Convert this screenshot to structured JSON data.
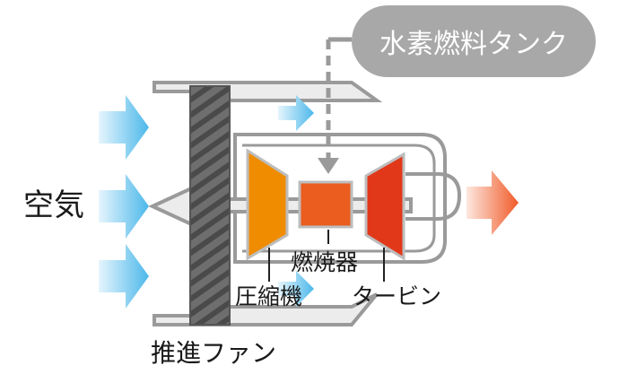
{
  "labels": {
    "hydrogen_tank": "水素燃料タンク",
    "air": "空気",
    "compressor": "圧縮機",
    "combustor": "燃焼器",
    "turbine": "タービン",
    "fan": "推進ファン"
  },
  "colors": {
    "intake_arrow": "#4cb8ea",
    "exhaust_arrow": "#f05a28",
    "compressor": "#ef8c00",
    "combustor": "#ea5d1e",
    "turbine": "#e2381a",
    "casing": "#9a9a9a",
    "casing_inner": "#ececec",
    "fan_blade": "#4a4a4a",
    "tank": "#a8a8a8"
  }
}
